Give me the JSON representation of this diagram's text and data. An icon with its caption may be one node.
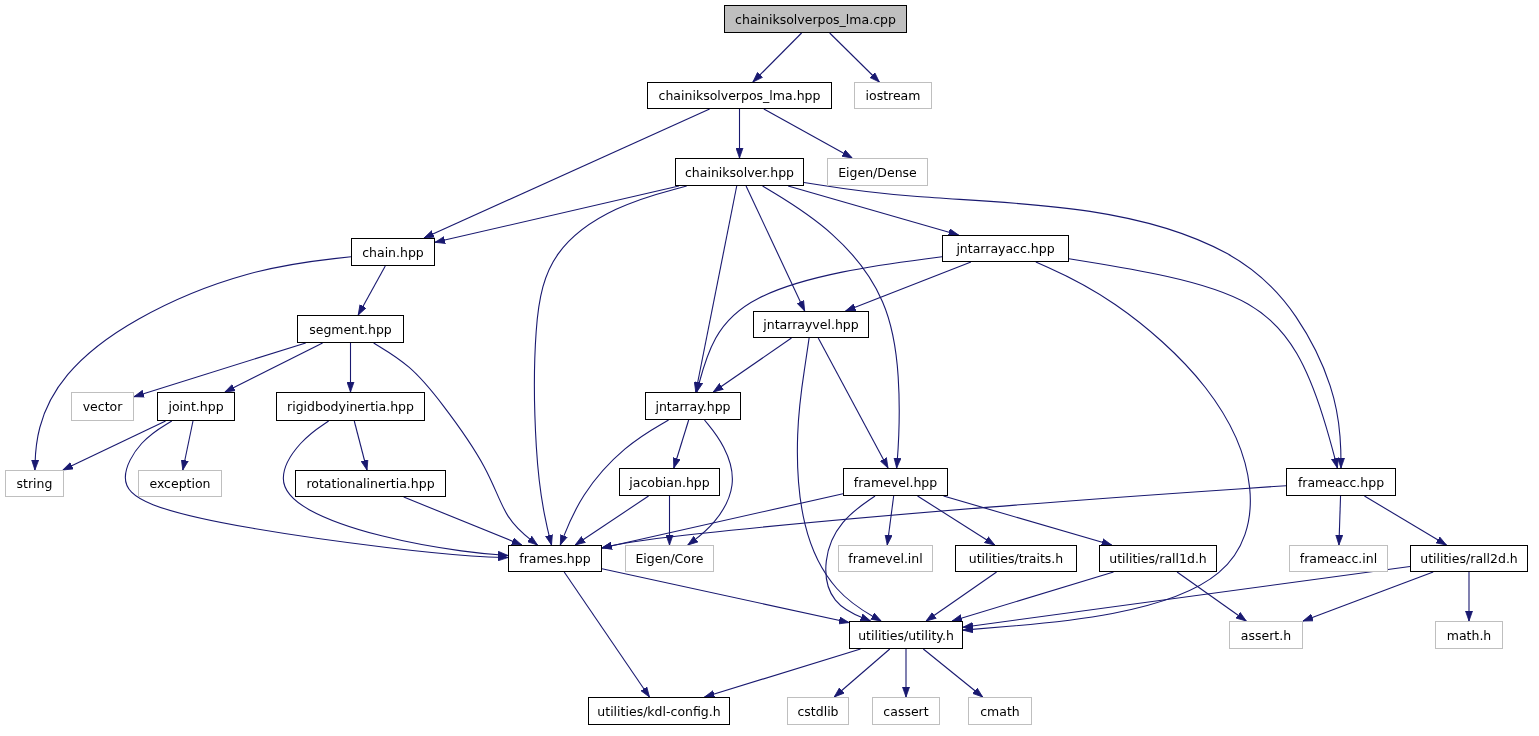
{
  "diagram": {
    "nodes": [
      {
        "text": [
          "chainiksolverpos_lma.cpp"
        ]
      },
      {
        "text": [
          "chainiksolverpos_lma.hpp"
        ]
      },
      {
        "text": [
          "iostream"
        ]
      },
      {
        "text": [
          "chainiksolver.hpp"
        ]
      },
      {
        "text": [
          "Eigen/Dense"
        ]
      },
      {
        "text": [
          "chain.hpp"
        ]
      },
      {
        "text": [
          "jntarrayacc.hpp"
        ]
      },
      {
        "text": [
          "segment.hpp"
        ]
      },
      {
        "text": [
          "jntarrayvel.hpp"
        ]
      },
      {
        "text": [
          "vector"
        ]
      },
      {
        "text": [
          "joint.hpp"
        ]
      },
      {
        "text": [
          "rigidbodyinertia.hpp"
        ]
      },
      {
        "text": [
          "jntarray.hpp"
        ]
      },
      {
        "text": [
          "string"
        ]
      },
      {
        "text": [
          "exception"
        ]
      },
      {
        "text": [
          "rotationalinertia.hpp"
        ]
      },
      {
        "text": [
          "jacobian.hpp"
        ]
      },
      {
        "text": [
          "framevel.hpp"
        ]
      },
      {
        "text": [
          "frameacc.hpp"
        ]
      },
      {
        "text": [
          "frames.hpp"
        ]
      },
      {
        "text": [
          "Eigen/Core"
        ]
      },
      {
        "text": [
          "framevel.inl"
        ]
      },
      {
        "text": [
          "utilities/traits.h"
        ]
      },
      {
        "text": [
          "utilities/rall1d.h"
        ]
      },
      {
        "text": [
          "frameacc.inl"
        ]
      },
      {
        "text": [
          "utilities/rall2d.h"
        ]
      },
      {
        "text": [
          "utilities/utility.h"
        ]
      },
      {
        "text": [
          "assert.h"
        ]
      },
      {
        "text": [
          "math.h"
        ]
      },
      {
        "text": [
          "utilities/kdl-config.h"
        ]
      },
      {
        "text": [
          "cstdlib"
        ]
      },
      {
        "text": [
          "cassert"
        ]
      },
      {
        "text": [
          "cmath"
        ]
      }
    ],
    "edges": [
      {
        "from": 0,
        "to": 1,
        "arrow": "to"
      },
      {
        "from": 0,
        "to": 2,
        "arrow": "to"
      },
      {
        "from": 1,
        "to": 5,
        "arrow": "to"
      },
      {
        "from": 1,
        "to": 3,
        "arrow": "to"
      },
      {
        "from": 1,
        "to": 4,
        "arrow": "to"
      },
      {
        "from": 3,
        "to": 5,
        "arrow": "to"
      },
      {
        "from": 3,
        "to": 19,
        "arrow": "to"
      },
      {
        "from": 3,
        "to": 12,
        "arrow": "to"
      },
      {
        "from": 3,
        "to": 8,
        "arrow": "to"
      },
      {
        "from": 3,
        "to": 17,
        "arrow": "to"
      },
      {
        "from": 3,
        "to": 6,
        "arrow": "to"
      },
      {
        "from": 3,
        "to": 18,
        "arrow": "to"
      },
      {
        "from": 5,
        "to": 13,
        "arrow": "to"
      },
      {
        "from": 5,
        "to": 7,
        "arrow": "to"
      },
      {
        "from": 6,
        "to": 12,
        "arrow": "to"
      },
      {
        "from": 6,
        "to": 8,
        "arrow": "to"
      },
      {
        "from": 6,
        "to": 26,
        "arrow": "to"
      },
      {
        "from": 6,
        "to": 18,
        "arrow": "to"
      },
      {
        "from": 7,
        "to": 9,
        "arrow": "to"
      },
      {
        "from": 7,
        "to": 10,
        "arrow": "to"
      },
      {
        "from": 7,
        "to": 11,
        "arrow": "to"
      },
      {
        "from": 7,
        "to": 19,
        "arrow": "to"
      },
      {
        "from": 8,
        "to": 12,
        "arrow": "to"
      },
      {
        "from": 8,
        "to": 26,
        "arrow": "to"
      },
      {
        "from": 8,
        "to": 17,
        "arrow": "to"
      },
      {
        "from": 10,
        "to": 13,
        "arrow": "to"
      },
      {
        "from": 10,
        "to": 14,
        "arrow": "to"
      },
      {
        "from": 10,
        "to": 19,
        "arrow": "to"
      },
      {
        "from": 11,
        "to": 15,
        "arrow": "to"
      },
      {
        "from": 11,
        "to": 19,
        "arrow": "to"
      },
      {
        "from": 12,
        "to": 19,
        "arrow": "to"
      },
      {
        "from": 12,
        "to": 16,
        "arrow": "to"
      },
      {
        "from": 12,
        "to": 20,
        "arrow": "to"
      },
      {
        "from": 15,
        "to": 19,
        "arrow": "to"
      },
      {
        "from": 16,
        "to": 19,
        "arrow": "to"
      },
      {
        "from": 16,
        "to": 20,
        "arrow": "to"
      },
      {
        "from": 17,
        "to": 19,
        "arrow": "to"
      },
      {
        "from": 17,
        "to": 26,
        "arrow": "to"
      },
      {
        "from": 17,
        "to": 21,
        "arrow": "to"
      },
      {
        "from": 17,
        "to": 22,
        "arrow": "to"
      },
      {
        "from": 17,
        "to": 23,
        "arrow": "to"
      },
      {
        "from": 18,
        "to": 19,
        "arrow": "to"
      },
      {
        "from": 18,
        "to": 24,
        "arrow": "to"
      },
      {
        "from": 18,
        "to": 25,
        "arrow": "to"
      },
      {
        "from": 19,
        "to": 26,
        "arrow": "to"
      },
      {
        "from": 19,
        "to": 29,
        "arrow": "to"
      },
      {
        "from": 22,
        "to": 26,
        "arrow": "to"
      },
      {
        "from": 23,
        "to": 26,
        "arrow": "to"
      },
      {
        "from": 23,
        "to": 27,
        "arrow": "to"
      },
      {
        "from": 25,
        "to": 26,
        "arrow": "to"
      },
      {
        "from": 25,
        "to": 27,
        "arrow": "to"
      },
      {
        "from": 25,
        "to": 28,
        "arrow": "to"
      },
      {
        "from": 26,
        "to": 29,
        "arrow": "to"
      },
      {
        "from": 26,
        "to": 30,
        "arrow": "to"
      },
      {
        "from": 26,
        "to": 31,
        "arrow": "to"
      },
      {
        "from": 26,
        "to": 32,
        "arrow": "to"
      }
    ]
  }
}
